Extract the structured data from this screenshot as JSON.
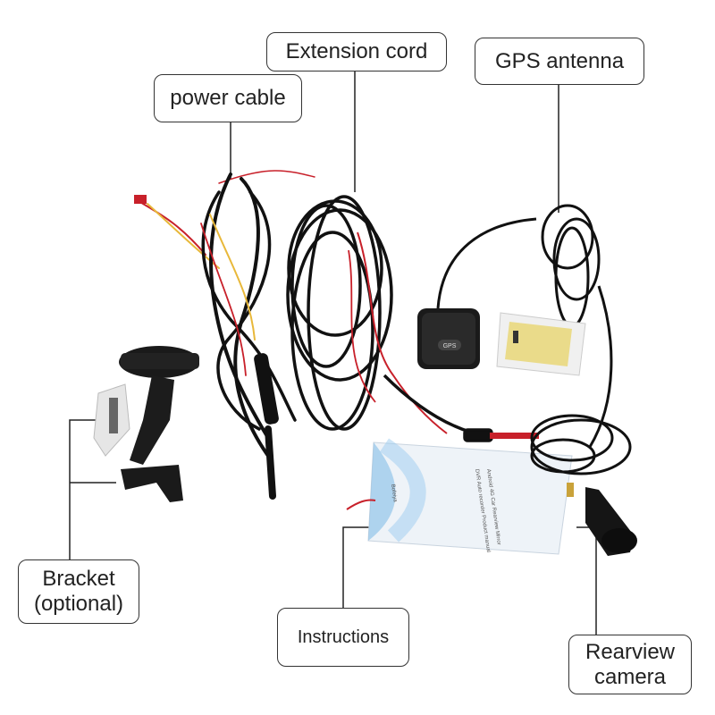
{
  "labels": {
    "extension_cord": "Extension cord",
    "gps_antenna": "GPS antenna",
    "power_cable": "power cable",
    "bracket_line1": "Bracket",
    "bracket_line2": "(optional)",
    "instructions": "Instructions",
    "rearview_line1": "Rearview",
    "rearview_line2": "camera"
  },
  "manual_text": {
    "line1": "Android 4G Car Rearview Mirror",
    "line2": "DVR Auto recorder Product manual",
    "brand": "Bofeiya"
  },
  "antenna_badge": "GPS",
  "colors": {
    "cable": "#111111",
    "red_wire": "#c8202a",
    "yellow_wire": "#e8b83a",
    "manual_blue": "#7ab8e6",
    "label_border": "#333333"
  }
}
